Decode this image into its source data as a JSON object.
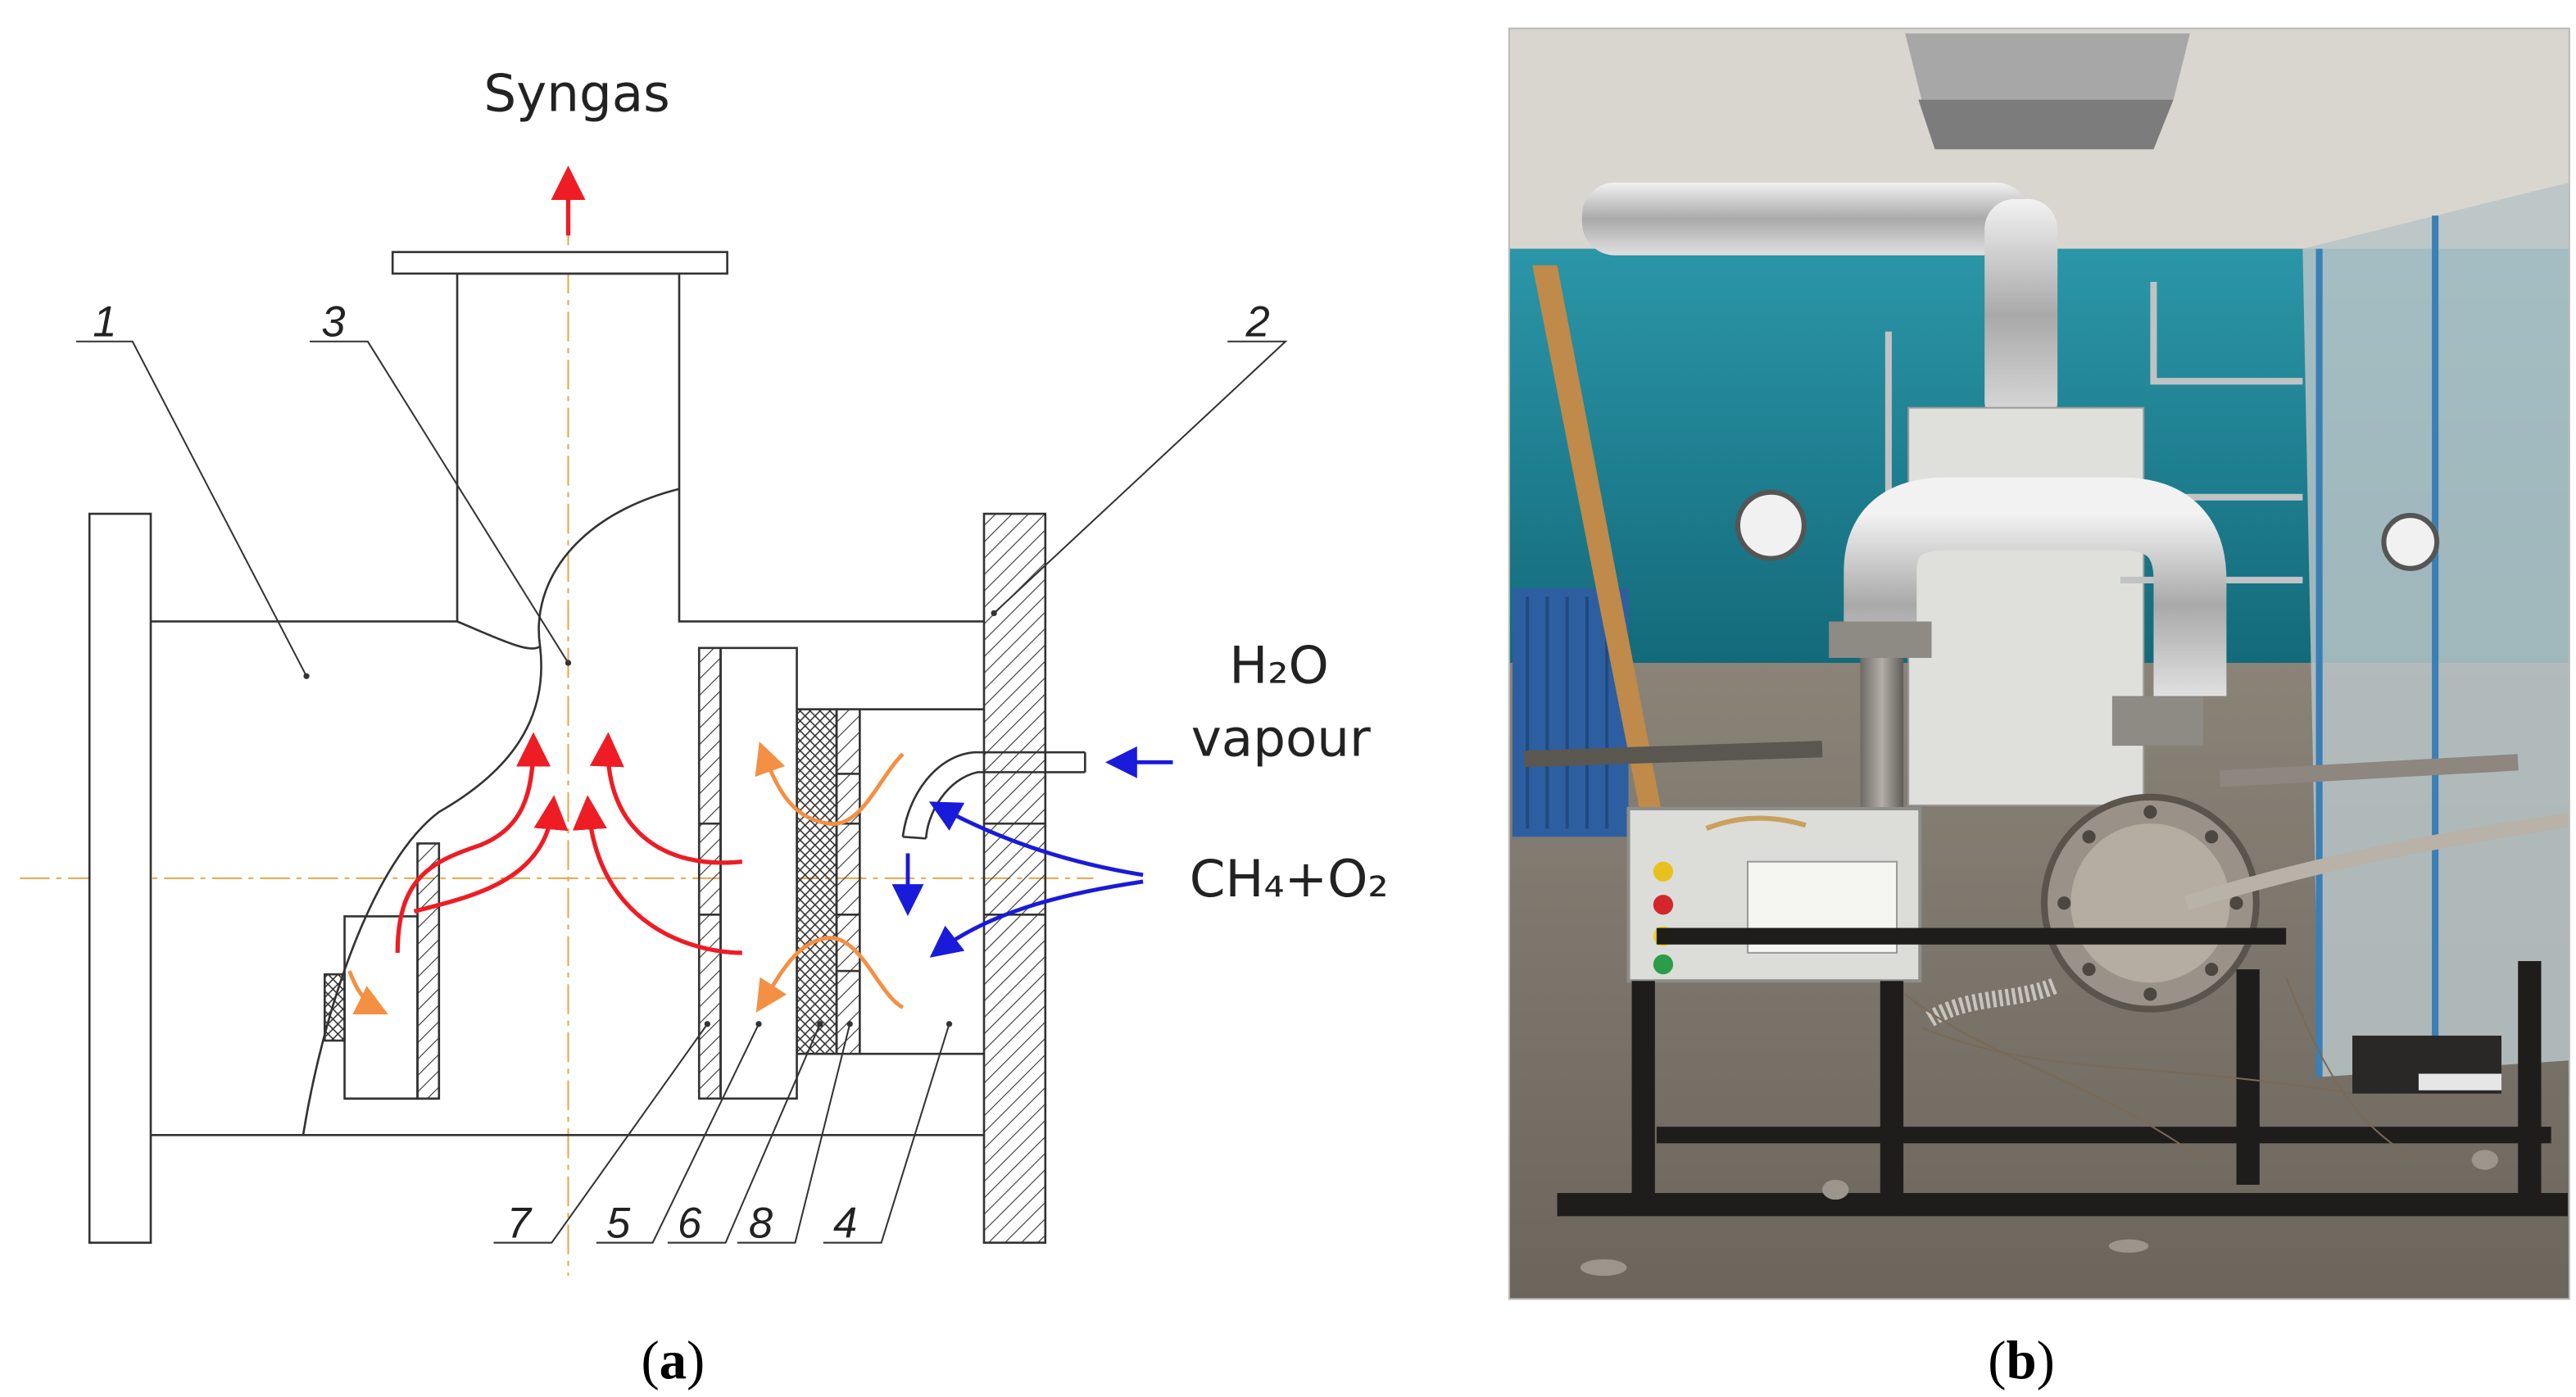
{
  "labels": {
    "syngas": "Syngas",
    "h2o_line1": "H₂O",
    "h2o_line2": "vapour",
    "ch4_o2": "CH₄+O₂"
  },
  "part_numbers": {
    "p1": "1",
    "p2": "2",
    "p3": "3",
    "p4": "4",
    "p5": "5",
    "p6": "6",
    "p7": "7",
    "p8": "8"
  },
  "captions": {
    "a_open": "(",
    "a_letter": "a",
    "a_close": ")",
    "b_open": "(",
    "b_letter": "b",
    "b_close": ")"
  },
  "colors": {
    "line": "#333333",
    "axis": "#e8a64a",
    "red_arrow": "#ee1c24",
    "orange_arrow": "#f39044",
    "blue_arrow": "#1a1adb",
    "wall_teal": "#1a7f90",
    "floor": "#8c8478"
  }
}
